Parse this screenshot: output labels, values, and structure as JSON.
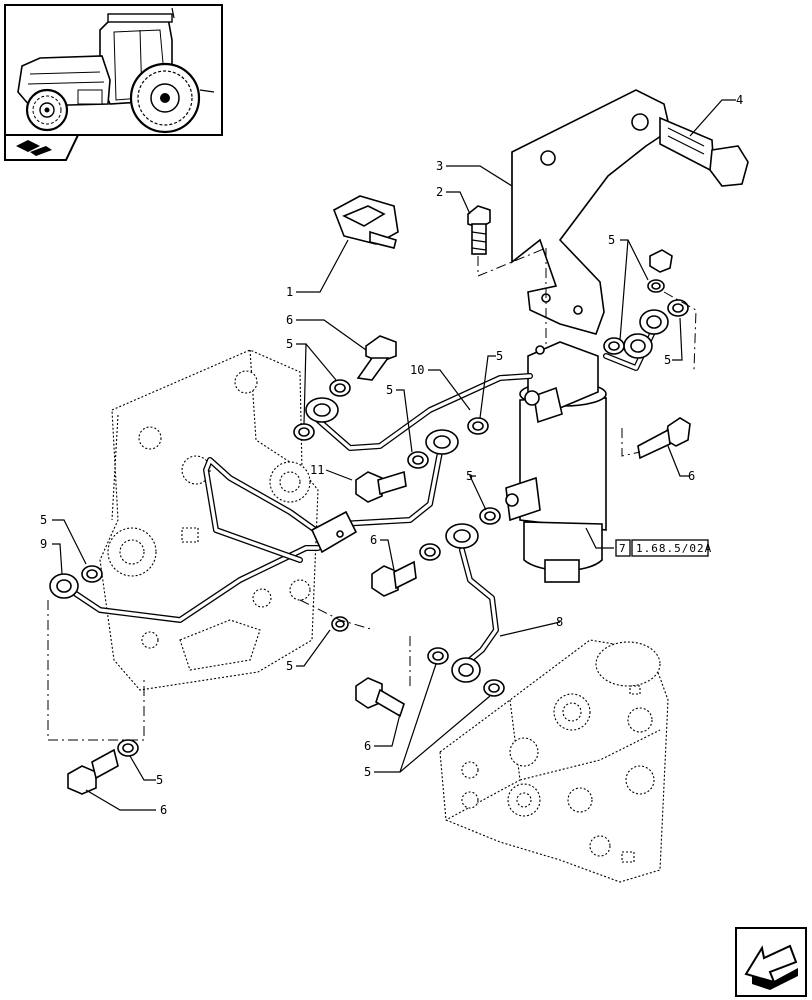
{
  "callouts": {
    "c1": "1",
    "c2": "2",
    "c3": "3",
    "c4": "4",
    "c5a": "5",
    "c5b": "5",
    "c5c": "5",
    "c5d": "5",
    "c5e": "5",
    "c5f": "5",
    "c5g": "5",
    "c5h": "5",
    "c5i": "5",
    "c5j": "5",
    "c6a": "6",
    "c6b": "6",
    "c6c": "6",
    "c6d": "6",
    "c6e": "6",
    "c8": "8",
    "c9": "9",
    "c10": "10",
    "c11": "11"
  },
  "reference": {
    "prefix": "7",
    "code": "1.68.5/02A"
  },
  "icons": {
    "thumbnail": "tractor-thumbnail-icon",
    "section_marker": "book-arrow-icon",
    "nav_arrow": "next-page-arrow-icon"
  }
}
